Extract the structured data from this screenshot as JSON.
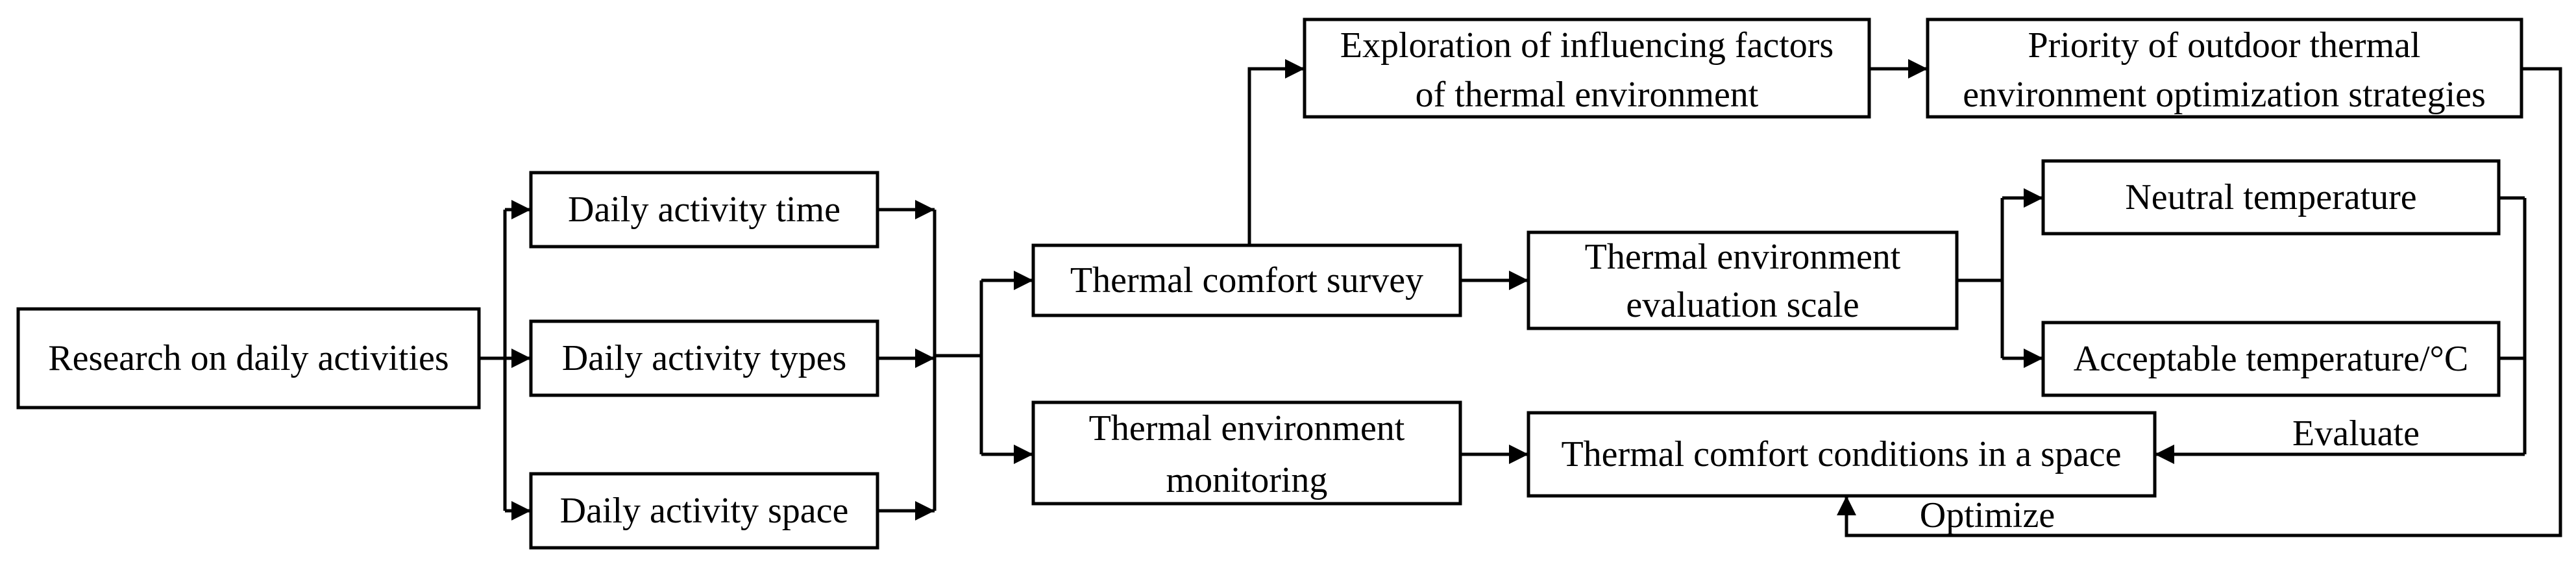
{
  "nodes": {
    "research": "Research on daily activities",
    "activity_time": "Daily activity time",
    "activity_types": "Daily activity types",
    "activity_space": "Daily activity space",
    "survey": "Thermal comfort survey",
    "monitoring_l1": "Thermal environment",
    "monitoring_l2": "monitoring",
    "factors_l1": "Exploration of influencing factors",
    "factors_l2": "of thermal environment",
    "priority_l1": "Priority of outdoor thermal",
    "priority_l2": "environment optimization strategies",
    "scale_l1": "Thermal environment",
    "scale_l2": "evaluation scale",
    "neutral": "Neutral temperature",
    "acceptable": "Acceptable temperature/°C",
    "conditions": "Thermal comfort conditions in a space"
  },
  "edge_labels": {
    "evaluate": "Evaluate",
    "optimize": "Optimize"
  }
}
